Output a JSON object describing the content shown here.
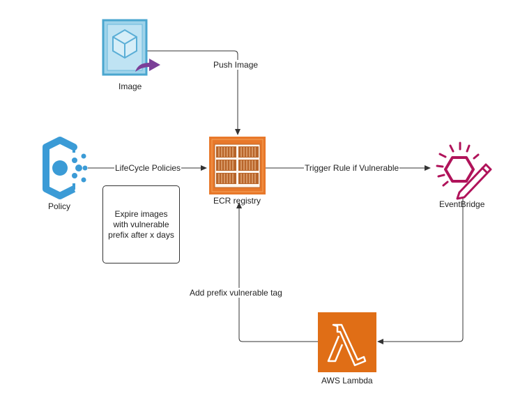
{
  "nodes": {
    "image": {
      "label": "Image"
    },
    "policy": {
      "label": "Policy"
    },
    "ecr": {
      "label": "ECR registry"
    },
    "eventbridge": {
      "label": "EventBridge"
    },
    "lambda": {
      "label": "AWS Lambda"
    }
  },
  "edges": {
    "push": "Push Image",
    "lifecycle": "LifeCycle Policies",
    "trigger": "Trigger Rule if Vulnerable",
    "add_tag": "Add prefix vulnerable tag"
  },
  "note": {
    "text": "Expire images with vulnerable prefix after x days"
  },
  "colors": {
    "image_fill": "#9fd3ea",
    "image_border": "#4aa6cf",
    "arrow_purple": "#7b3f98",
    "policy_blue": "#3b9bd6",
    "ecr_orange": "#e8782a",
    "ecr_brown": "#b8652a",
    "eventbridge_magenta": "#b0135a",
    "lambda_orange": "#e06e16"
  },
  "icons": {
    "image": "container-image-icon",
    "policy": "policy-icon",
    "ecr": "ecr-registry-icon",
    "eventbridge": "eventbridge-icon",
    "lambda": "aws-lambda-icon"
  }
}
